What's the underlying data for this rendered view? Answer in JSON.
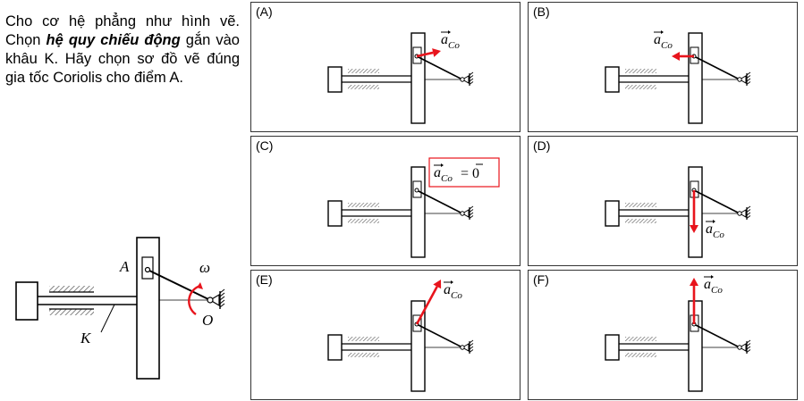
{
  "question": {
    "part1": "Cho cơ hệ phẳng như hình vẽ. Chọn ",
    "emphasis": "hệ quy chiếu động",
    "part2": " gắn vào khâu K. Hãy chọn sơ đồ vẽ đúng gia tốc Coriolis cho điểm A."
  },
  "main_figure": {
    "label_A": "A",
    "label_omega": "ω",
    "label_O": "O",
    "label_K": "K"
  },
  "coriolis_symbol": {
    "letter": "a",
    "subscript": "Co"
  },
  "zero_text": "= 0",
  "colors": {
    "arrow": "#e8141c",
    "line": "#000000",
    "hatch": "#666666"
  },
  "options": [
    {
      "label": "(A)",
      "arrow": "right"
    },
    {
      "label": "(B)",
      "arrow": "left"
    },
    {
      "label": "(C)",
      "arrow": "zero"
    },
    {
      "label": "(D)",
      "arrow": "down"
    },
    {
      "label": "(E)",
      "arrow": "up-right"
    },
    {
      "label": "(F)",
      "arrow": "up"
    }
  ]
}
